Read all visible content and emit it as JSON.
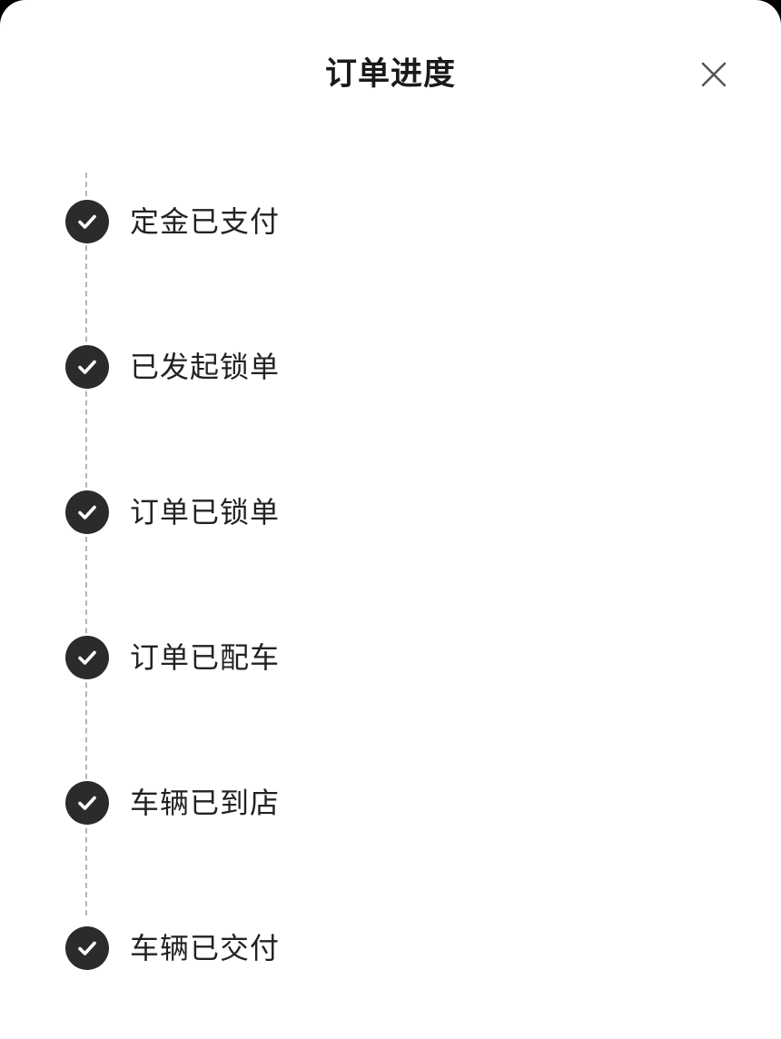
{
  "header": {
    "title": "订单进度",
    "close_icon": "close-icon"
  },
  "steps": [
    {
      "label": "定金已支付",
      "status": "completed",
      "icon": "check-circle-icon"
    },
    {
      "label": "已发起锁单",
      "status": "completed",
      "icon": "check-circle-icon"
    },
    {
      "label": "订单已锁单",
      "status": "completed",
      "icon": "check-circle-icon"
    },
    {
      "label": "订单已配车",
      "status": "completed",
      "icon": "check-circle-icon"
    },
    {
      "label": "车辆已到店",
      "status": "completed",
      "icon": "check-circle-icon"
    },
    {
      "label": "车辆已交付",
      "status": "completed",
      "icon": "check-circle-icon"
    }
  ],
  "colors": {
    "completed_icon": "#2b2b2b",
    "text": "#222222",
    "connector": "#b5b5b5"
  }
}
